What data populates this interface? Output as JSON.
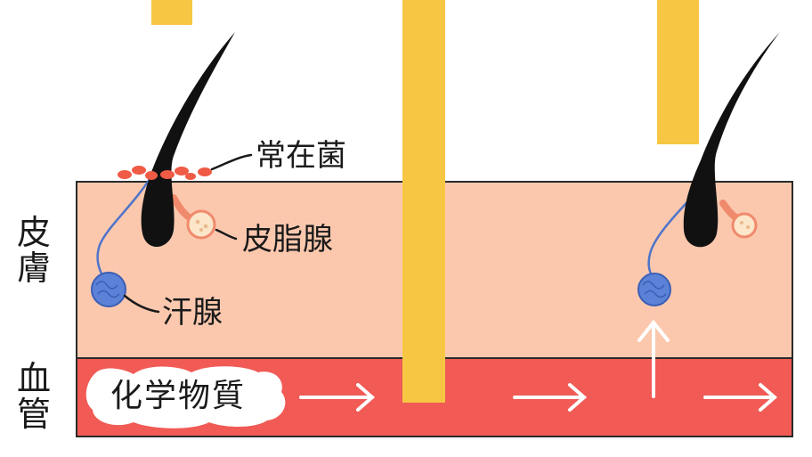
{
  "labels": {
    "skin": "皮膚",
    "blood_vessel": "血管",
    "resident_bacteria": "常在菌",
    "sebaceous_gland": "皮脂腺",
    "sweat_gland": "汗腺",
    "chemicals": "化学物質"
  },
  "colors": {
    "skin_layer": "#fbc8ae",
    "blood_layer": "#f15a55",
    "bars": "#f7c743",
    "hair": "#111111",
    "bacteria": "#ef5b45",
    "sweat_gland": "#4e74c9",
    "sebaceous_gland": "#fbe6c9",
    "arrows": "#ffffff"
  },
  "icons": {
    "flow_arrow": "right-arrow-icon",
    "secretion_arrow": "up-arrow-icon"
  }
}
